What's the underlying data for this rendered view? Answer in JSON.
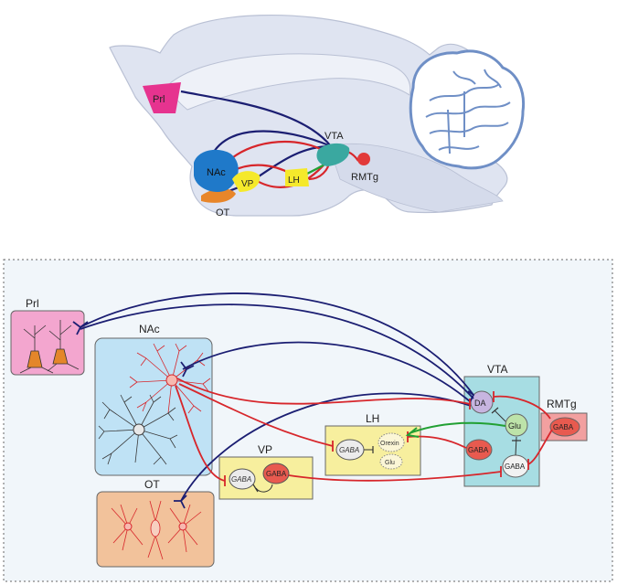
{
  "brain": {
    "labels": {
      "prl": "Prl",
      "vta": "VTA",
      "nac": "NAc",
      "vp": "VP",
      "lh": "LH",
      "ot": "OT",
      "rmtg": "RMTg"
    }
  },
  "circuit": {
    "prl": {
      "title": "Prl"
    },
    "nac": {
      "title": "NAc"
    },
    "ot": {
      "title": "OT"
    },
    "vp": {
      "title": "VP",
      "gaba_left": "GABA",
      "gaba_right": "GABA"
    },
    "lh": {
      "title": "LH",
      "gaba": "GABA",
      "orexin": "Orexin",
      "glu": "Glu"
    },
    "vta": {
      "title": "VTA",
      "da": "DA",
      "glu": "Glu",
      "gaba_red": "GABA",
      "gaba_white": "GABA"
    },
    "rmtg": {
      "title": "RMTg",
      "gaba": "GABA"
    }
  },
  "colors": {
    "blue_projection": "#1b1e72",
    "red_projection": "#d7262b",
    "green_projection": "#22a033",
    "prl_box": "#f3a6cf",
    "nac_box": "#bfe2f5",
    "ot_box": "#f2c29b",
    "vp_box": "#f7ef9e",
    "lh_box": "#f7ef9e",
    "vta_box": "#a7dde3",
    "rmtg_box": "#f2a0a0"
  }
}
